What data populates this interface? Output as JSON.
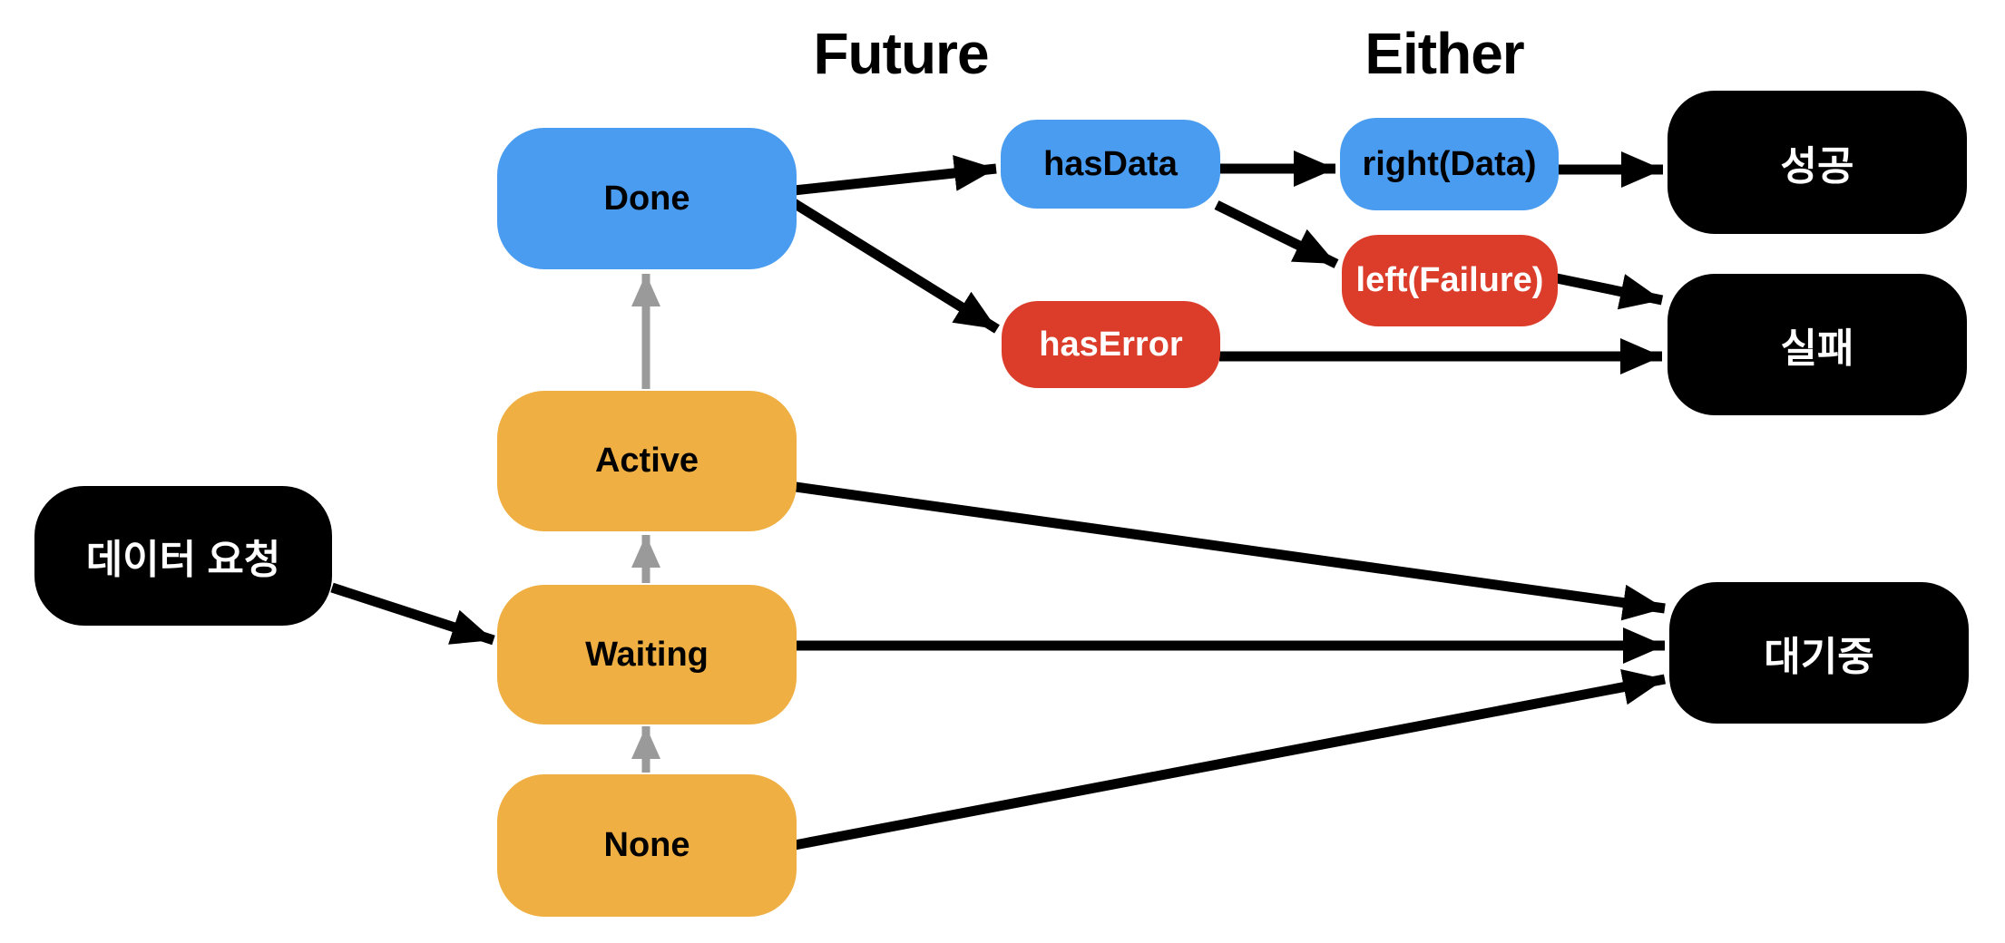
{
  "diagram": {
    "titles": {
      "future": "Future",
      "either": "Either"
    },
    "nodes": {
      "done": {
        "label": "Done",
        "color": "#4A9CF0",
        "text_color": "#000000"
      },
      "active": {
        "label": "Active",
        "color": "#EFAF42",
        "text_color": "#000000"
      },
      "waiting": {
        "label": "Waiting",
        "color": "#EFAF42",
        "text_color": "#000000"
      },
      "none": {
        "label": "None",
        "color": "#EFAF42",
        "text_color": "#000000"
      },
      "data_request": {
        "label": "데이터 요청",
        "color": "#000000",
        "text_color": "#FFFFFF"
      },
      "has_data": {
        "label": "hasData",
        "color": "#4A9CF0",
        "text_color": "#000000"
      },
      "has_error": {
        "label": "hasError",
        "color": "#DB3D2A",
        "text_color": "#FFFFFF"
      },
      "right_data": {
        "label": "right(Data)",
        "color": "#4A9CF0",
        "text_color": "#000000"
      },
      "left_failure": {
        "label": "left(Failure)",
        "color": "#DB3D2A",
        "text_color": "#FFFFFF"
      },
      "success": {
        "label": "성공",
        "color": "#000000",
        "text_color": "#FFFFFF"
      },
      "failure": {
        "label": "실패",
        "color": "#000000",
        "text_color": "#FFFFFF"
      },
      "pending": {
        "label": "대기중",
        "color": "#000000",
        "text_color": "#FFFFFF"
      }
    },
    "edges": [
      {
        "from": "none",
        "to": "waiting",
        "color": "#9A9A9A"
      },
      {
        "from": "waiting",
        "to": "active",
        "color": "#9A9A9A"
      },
      {
        "from": "active",
        "to": "done",
        "color": "#9A9A9A"
      },
      {
        "from": "data_request",
        "to": "waiting",
        "color": "#000000"
      },
      {
        "from": "done",
        "to": "has_data",
        "color": "#000000"
      },
      {
        "from": "done",
        "to": "has_error",
        "color": "#000000"
      },
      {
        "from": "has_data",
        "to": "right_data",
        "color": "#000000"
      },
      {
        "from": "has_data",
        "to": "left_failure",
        "color": "#000000"
      },
      {
        "from": "right_data",
        "to": "success",
        "color": "#000000"
      },
      {
        "from": "left_failure",
        "to": "failure",
        "color": "#000000"
      },
      {
        "from": "has_error",
        "to": "failure",
        "color": "#000000"
      },
      {
        "from": "active",
        "to": "pending",
        "color": "#000000"
      },
      {
        "from": "waiting",
        "to": "pending",
        "color": "#000000"
      },
      {
        "from": "none",
        "to": "pending",
        "color": "#000000"
      }
    ]
  }
}
